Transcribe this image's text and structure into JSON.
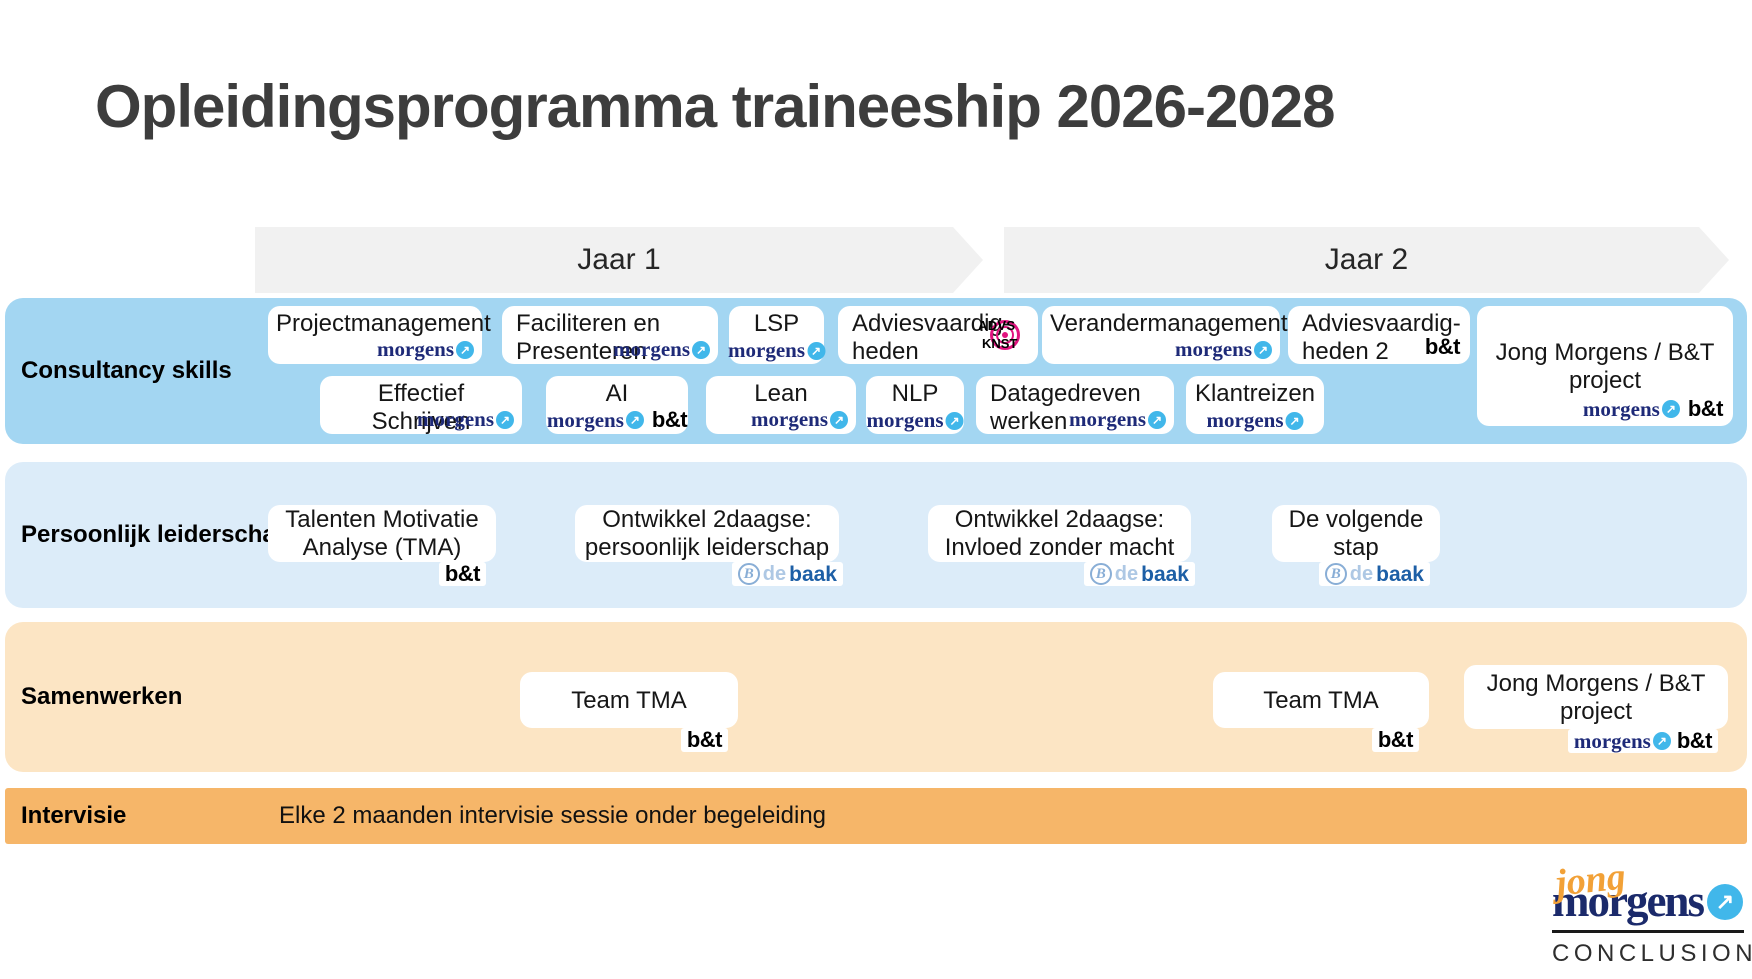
{
  "page": {
    "title": "Opleidingsprogramma traineeship 2026-2028"
  },
  "timeline": {
    "year1_label": "Jaar 1",
    "year2_label": "Jaar 2"
  },
  "icons": {
    "morgens_arrow": "↗"
  },
  "providers": {
    "morgens": "morgens",
    "bt": "b&t",
    "debaak_b": "B",
    "debaak_de": "de",
    "debaak_baak": "baak",
    "advskunst_line1": "ADVS",
    "advskunst_line2": "KNST"
  },
  "bands": {
    "consultancy": {
      "label": "Consultancy skills",
      "row1": [
        {
          "title": "Projectmanagement",
          "providers": [
            "morgens"
          ]
        },
        {
          "title": "Faciliteren en\nPresenteren",
          "providers": [
            "morgens"
          ]
        },
        {
          "title": "LSP",
          "providers": [
            "morgens"
          ]
        },
        {
          "title": "Adviesvaardig-\nheden",
          "providers": [
            "advskunst"
          ]
        },
        {
          "title": "Verandermanagement",
          "providers": [
            "morgens"
          ]
        },
        {
          "title": "Adviesvaardig-\nheden 2",
          "providers": [
            "bt"
          ]
        },
        {
          "title": "Jong Morgens / B&T\nproject",
          "providers": [
            "morgens",
            "bt"
          ]
        }
      ],
      "row2": [
        {
          "title": "Effectief Schrijven",
          "providers": [
            "morgens"
          ]
        },
        {
          "title": "AI",
          "providers": [
            "morgens",
            "bt"
          ]
        },
        {
          "title": "Lean",
          "providers": [
            "morgens"
          ]
        },
        {
          "title": "NLP",
          "providers": [
            "morgens"
          ]
        },
        {
          "title": "Datagedreven\nwerken",
          "providers": [
            "morgens"
          ]
        },
        {
          "title": "Klantreizen",
          "providers": [
            "morgens"
          ]
        }
      ]
    },
    "persoonlijk": {
      "label": "Persoonlijk leiderschap",
      "cards": [
        {
          "title": "Talenten Motivatie\nAnalyse (TMA)",
          "providers": [
            "bt"
          ]
        },
        {
          "title": "Ontwikkel 2daagse:\npersoonlijk leiderschap",
          "providers": [
            "debaak"
          ]
        },
        {
          "title": "Ontwikkel 2daagse:\nInvloed zonder macht",
          "providers": [
            "debaak"
          ]
        },
        {
          "title": "De volgende\nstap",
          "providers": [
            "debaak"
          ]
        }
      ]
    },
    "samenwerken": {
      "label": "Samenwerken",
      "cards": [
        {
          "title": "Team TMA",
          "providers": [
            "bt"
          ]
        },
        {
          "title": "Team TMA",
          "providers": [
            "bt"
          ]
        },
        {
          "title": "Jong Morgens / B&T\nproject",
          "providers": [
            "morgens",
            "bt"
          ]
        }
      ]
    },
    "intervisie": {
      "label": "Intervisie",
      "text": "Elke 2 maanden intervisie sessie onder begeleiding"
    }
  },
  "footer_logo": {
    "jong": "jong",
    "morgens": "morgens",
    "conclusion": "CONCLUSION"
  },
  "colors": {
    "band_consultancy": "#a3d6f2",
    "band_persoonlijk": "#dcecf9",
    "band_samenwerken": "#fce5c4",
    "band_intervisie": "#f6b669",
    "timeline_arrow": "#f1f1f1",
    "morgens_navy": "#1e2a78",
    "morgens_lightblue": "#41b7ea",
    "jong_orange": "#f2a137",
    "advskunst_magenta": "#e0147f",
    "debaak_blue": "#1d5fa6"
  }
}
